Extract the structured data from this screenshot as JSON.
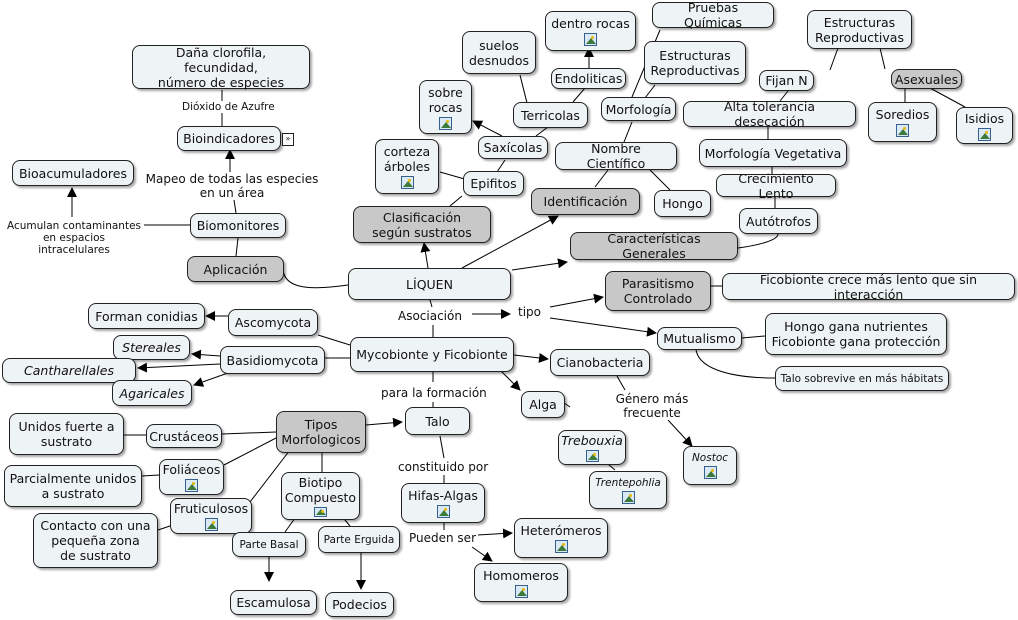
{
  "nodes": {
    "liquen": "LÍQUEN",
    "danya": "Daña clorofila, fecundidad,\nnúmero de especies",
    "bioindicadores": "Bioindicadores",
    "bioacumuladores": "Bioacumuladores",
    "biomonitores": "Biomonitores",
    "aplicacion": "Aplicación",
    "clasificacion": "Clasificación\nsegún sustratos",
    "identificacion": "Identificación",
    "caracteristicas": "Características  Generales",
    "parasitismo": "Parasitismo\nControlado",
    "ficobionte_lento": "Ficobionte crece más lento que sin interacción",
    "mutualismo": "Mutualismo",
    "hongo_gana": "Hongo gana nutrientes\nFicobionte gana protección",
    "talo_sobrevive": "Talo sobrevive en más hábitats",
    "suelos": "suelos\ndesnudos",
    "dentro_rocas": "dentro rocas",
    "endoliticas": "Endoliticas",
    "terricolas": "Terricolas",
    "sobre_rocas": "sobre\nrocas",
    "saxicolas": "Saxícolas",
    "corteza": "corteza\nárboles",
    "epifitos": "Epifitos",
    "pruebas": "Pruebas Químicas",
    "estructuras_rep1": "Estructuras\nReproductivas",
    "morfologia": "Morfología",
    "nombre_cientifico": "Nombre Científico",
    "hongo": "Hongo",
    "estructuras_rep2": "Estructuras\nReproductivas",
    "fijan_n": "Fijan N",
    "asexuales": "Asexuales",
    "alta_tolerancia": "Alta tolerancia desecación",
    "soredios": "Soredios",
    "isidios": "Isidios",
    "morfologia_veg": "Morfología Vegetativa",
    "crecimiento": "Crecimiento Lento",
    "autotrofos": "Autótrofos",
    "forman_conidias": "Forman conidias",
    "ascomycota": "Ascomycota",
    "stereales": "Stereales",
    "cantharellales": "Cantharellales",
    "basidiomycota": "Basidiomycota",
    "agaricales": "Agaricales",
    "mycobionte": "Mycobionte y Ficobionte",
    "cianobacteria": "Cianobacteria",
    "alga": "Alga",
    "trebouxia": "Trebouxia",
    "nostoc": "Nostoc",
    "trentepohlia": "Trentepohlia",
    "tipos_morf": "Tipos\nMorfologicos",
    "talo": "Talo",
    "unidos_fuerte": "Unidos fuerte a\nsustrato",
    "crustaceos": "Crustáceos",
    "parcialmente": "Parcialmente unidos\na sustrato",
    "foliaceos": "Foliáceos",
    "fruticulosos": "Fruticulosos",
    "contacto": "Contacto con una\npequeña zona\nde sustrato",
    "biotipo": "Biotipo\nCompuesto",
    "hifas": "Hifas-Algas",
    "parte_basal": "Parte Basal",
    "parte_erguida": "Parte Erguida",
    "heteromeros": "Heterómeros",
    "homomeros": "Homomeros",
    "escamulosa": "Escamulosa",
    "podecios": "Podecios"
  },
  "links": {
    "dioxido": "Dióxido de Azufre",
    "mapeo": "Mapeo de todas las especies\nen un área",
    "acumulan": "Acumulan  contaminantes\nen espacios intracelulares",
    "asociacion": "Asociación",
    "tipo": "tipo",
    "para_formacion": "para la formación",
    "genero": "Género más\nfrecuente",
    "constituido": "constituido por",
    "pueden_ser": "Pueden ser"
  }
}
